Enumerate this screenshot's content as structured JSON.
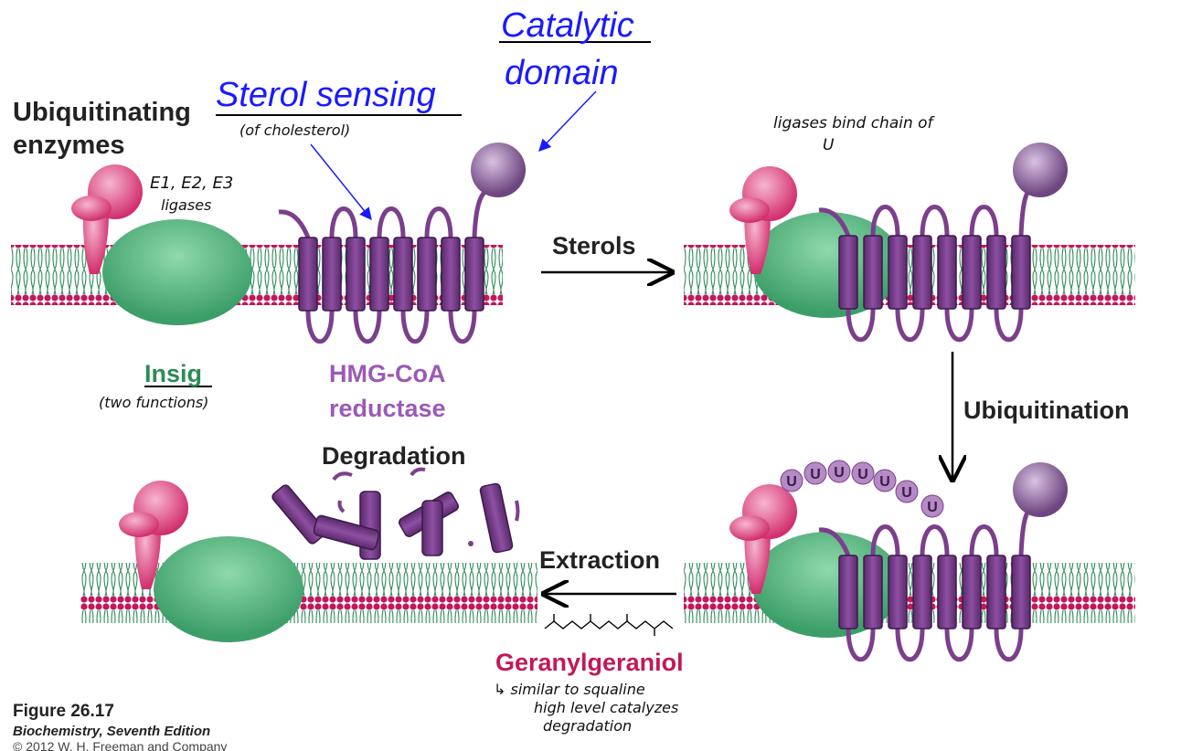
{
  "labels": {
    "ubiquitinating_enzymes": [
      "Ubiquitinating",
      "enzymes"
    ],
    "sterol_sensing": "Sterol sensing",
    "catalytic_domain": [
      "Catalytic",
      "domain"
    ],
    "insig": "Insig",
    "hmg_coa": [
      "HMG-CoA",
      "reductase"
    ],
    "sterols": "Sterols",
    "ubiquitination": "Ubiquitination",
    "degradation": "Degradation",
    "extraction": "Extraction",
    "geranylgeraniol": "Geranylgeraniol",
    "ubiquitin_unit": "U"
  },
  "notes": {
    "of_cholesterol": "(of cholesterol)",
    "e_ligases": [
      "E1, E2, E3",
      "ligases"
    ],
    "two_functions": "(two functions)",
    "ligases_bind": [
      "ligases bind chain of",
      "U"
    ],
    "similar_squalene": [
      "↳ similar to squaline",
      "high level catalyzes",
      "degradation"
    ]
  },
  "figure": {
    "title": "Figure 26.17",
    "book": "Biochemistry, Seventh Edition",
    "copyright": "© 2012 W. H. Freeman and Company"
  },
  "colors": {
    "membrane_head": "#c2185b",
    "membrane_tail": "#2e8b57",
    "insig": "#4cb07a",
    "hmg": "#7b3f8c",
    "enzyme": "#e0457f",
    "annotation": "#1a1aff",
    "insig_label": "#2e8b57",
    "hmg_label": "#9b59b6",
    "geranyl_label": "#c2185b"
  }
}
